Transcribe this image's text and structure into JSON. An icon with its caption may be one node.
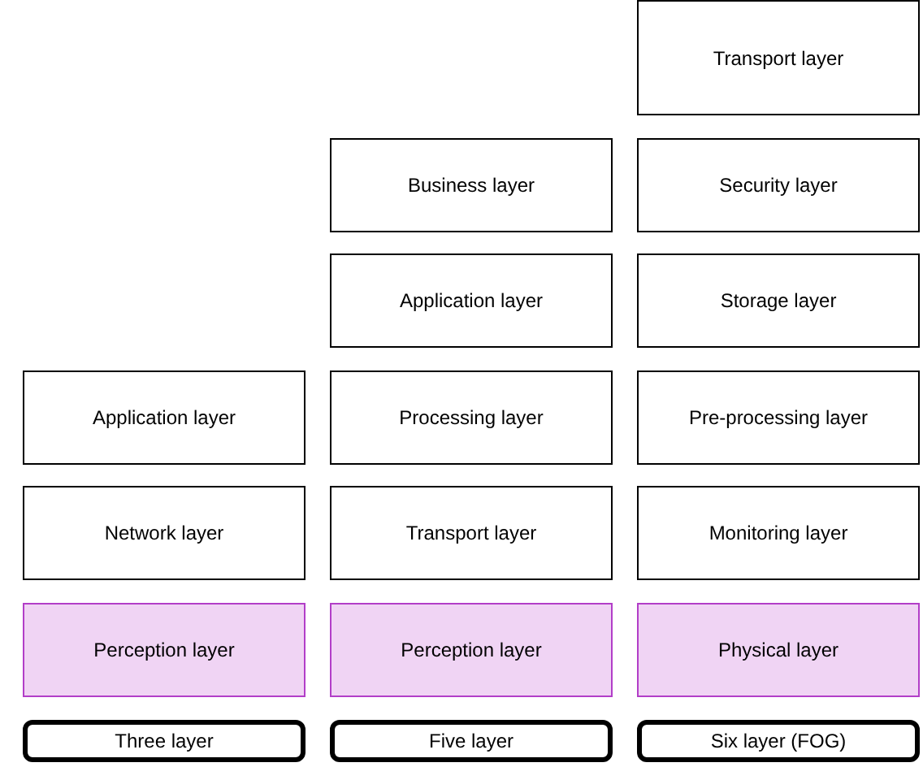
{
  "diagram": {
    "nodes": [
      {
        "text": [
          "Transport layer"
        ]
      },
      {
        "text": [
          "Business layer"
        ]
      },
      {
        "text": [
          "Security layer"
        ]
      },
      {
        "text": [
          "Application layer"
        ]
      },
      {
        "text": [
          "Storage layer"
        ]
      },
      {
        "text": [
          "Application layer"
        ]
      },
      {
        "text": [
          "Processing layer"
        ]
      },
      {
        "text": [
          "Pre-processing layer"
        ]
      },
      {
        "text": [
          "Network layer"
        ]
      },
      {
        "text": [
          "Transport layer"
        ]
      },
      {
        "text": [
          "Monitoring layer"
        ]
      },
      {
        "text": [
          "Perception layer"
        ]
      },
      {
        "text": [
          "Perception layer"
        ]
      },
      {
        "text": [
          "Physical layer"
        ]
      },
      {
        "text": [
          "Three layer"
        ]
      },
      {
        "text": [
          "Five layer"
        ]
      },
      {
        "text": [
          "Six layer (FOG)"
        ]
      }
    ],
    "edges": []
  }
}
